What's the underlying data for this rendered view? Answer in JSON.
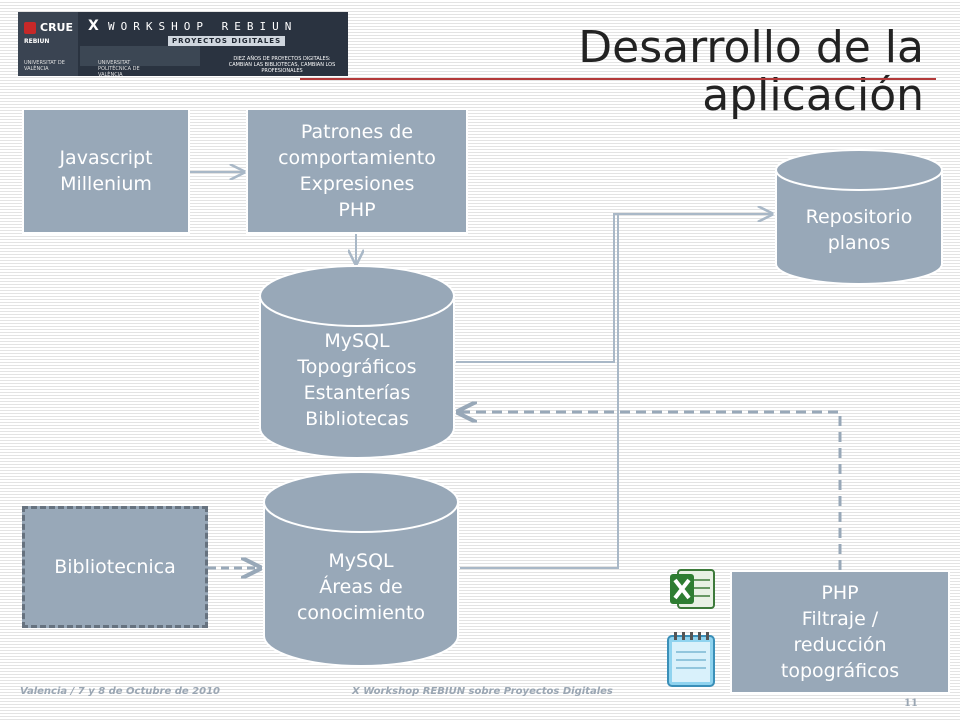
{
  "slide": {
    "title_line1": "Desarrollo de la",
    "title_line2": "aplicación"
  },
  "banner": {
    "crue": "CRUE",
    "rebiun_small": "REBIUN",
    "x": "X",
    "workshop": "WORKSHOP REBIUN",
    "proyectos": "PROYECTOS DIGITALES",
    "university1": "UNIVERSITAT DE VALÈNCIA",
    "university2": "UNIVERSITAT POLITÈCNICA DE VALÈNCIA",
    "diez_line1": "DIEZ AÑOS DE PROYECTOS DIGITALES:",
    "diez_line2": "CAMBIAN LAS BIBLIOTECAS, CAMBIAN LOS PROFESIONALES"
  },
  "nodes": {
    "javascript": {
      "line1": "Javascript",
      "line2": "Millenium"
    },
    "patrones": {
      "line1": "Patrones de",
      "line2": "comportamiento",
      "line3": "Expresiones",
      "line4": "PHP"
    },
    "repositorio": {
      "line1": "Repositorio",
      "line2": "planos"
    },
    "mysql_topo": {
      "line1": "MySQL",
      "line2": "Topográficos",
      "line3": "Estanterías",
      "line4": "Bibliotecas"
    },
    "mysql_areas": {
      "line1": "MySQL",
      "line2": "Áreas de",
      "line3": "conocimiento"
    },
    "bibliotecnica": {
      "line1": "Bibliotecnica"
    },
    "php_filtraje": {
      "line1": "PHP",
      "line2": "Filtraje /",
      "line3": "reducción",
      "line4": "topográficos"
    }
  },
  "icons": {
    "excel": "excel-icon",
    "notepad": "notepad-icon"
  },
  "colors": {
    "box_fill": "#98a8b8",
    "box_border": "#ffffff",
    "arrow": "#a9b8c7",
    "dashed_arrow": "#98a8b8",
    "title_rule": "#b33a3a"
  },
  "footer": {
    "left": "Valencia / 7 y 8 de Octubre de 2010",
    "middle": "X Workshop REBIUN sobre Proyectos Digitales",
    "page": "11"
  }
}
